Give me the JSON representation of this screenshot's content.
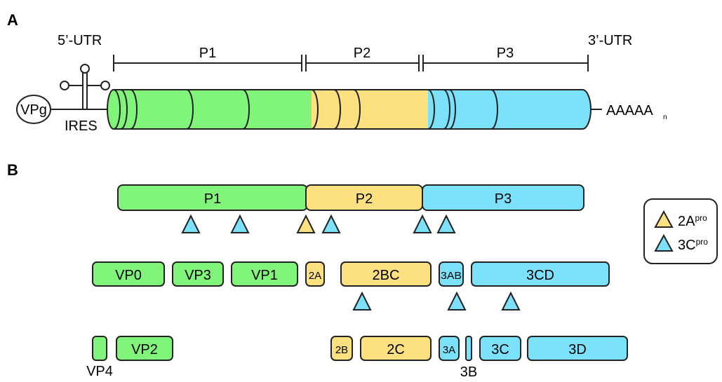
{
  "colors": {
    "p1": "#80f57a",
    "p2": "#fde07f",
    "p3": "#7ce1fb",
    "stroke": "#222222"
  },
  "panel_a": {
    "label": "A",
    "utr5": "5’-UTR",
    "utr3": "3’-UTR",
    "vpg": "VPg",
    "ires": "IRES",
    "polya": "AAAAA",
    "polya_sub": "n",
    "regions": [
      "P1",
      "P2",
      "P3"
    ]
  },
  "panel_b": {
    "label": "B",
    "polyprotein": [
      "P1",
      "P2",
      "P3"
    ],
    "intermediates": [
      "VP0",
      "VP3",
      "VP1",
      "2A",
      "2BC",
      "3AB",
      "3CD"
    ],
    "mature": [
      "VP4",
      "VP2",
      "2B",
      "2C",
      "3A",
      "3B",
      "3C",
      "3D"
    ]
  },
  "legend": {
    "items": [
      {
        "label": "2A",
        "sup": "pro",
        "protease": "2A"
      },
      {
        "label": "3C",
        "sup": "pro",
        "protease": "3C"
      }
    ]
  }
}
